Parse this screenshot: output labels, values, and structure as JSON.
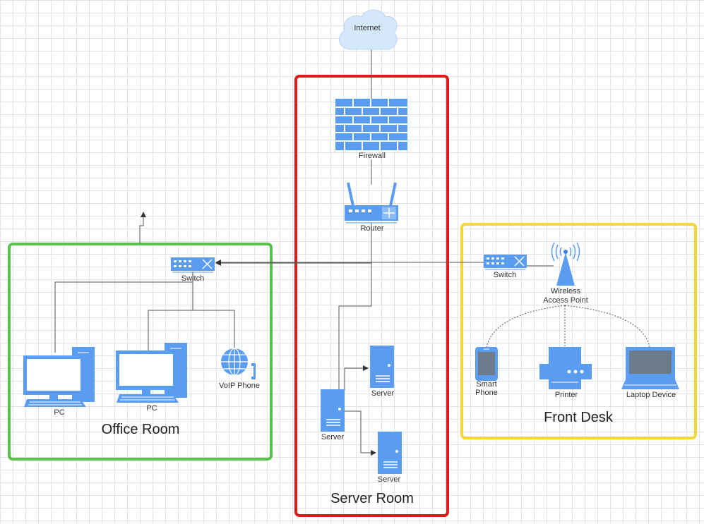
{
  "colors": {
    "device": "#5a9cf0",
    "device_dark": "#3d7fd9",
    "office_border": "#5cc04f",
    "server_border": "#e21a1a",
    "front_border": "#f5d63a",
    "cloud": "#d4e7fb",
    "link": "#555555"
  },
  "nodes": {
    "internet": "Internet",
    "firewall": "Firewall",
    "router": "Router",
    "office_switch": "Switch",
    "front_switch": "Switch",
    "wap_line1": "Wireless",
    "wap_line2": "Access Point",
    "pc1": "PC",
    "pc2": "PC",
    "voip": "VoIP Phone",
    "server_main": "Server",
    "server_top": "Server",
    "server_bottom": "Server",
    "phone_line1": "Smart",
    "phone_line2": "Phone",
    "printer": "Printer",
    "laptop": "Laptop Device"
  },
  "rooms": {
    "office": "Office Room",
    "server": "Server Room",
    "front": "Front Desk"
  },
  "icons": {
    "internet": "cloud-icon",
    "firewall": "firewall-icon",
    "router": "router-icon",
    "switch": "switch-icon",
    "wap": "wireless-access-point-icon",
    "pc": "desktop-pc-icon",
    "voip": "voip-phone-icon",
    "server": "server-icon",
    "phone": "smartphone-icon",
    "printer": "printer-icon",
    "laptop": "laptop-icon"
  }
}
